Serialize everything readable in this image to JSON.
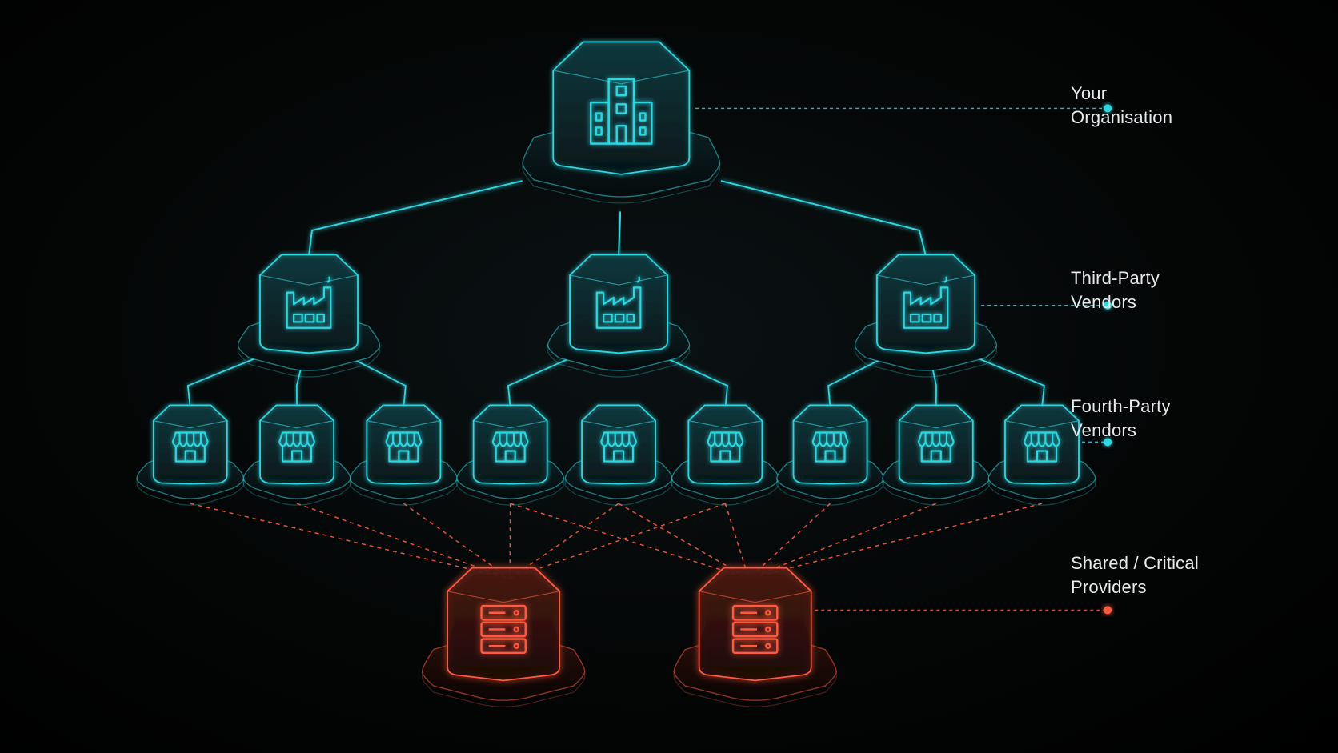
{
  "colors": {
    "accent_cyan": "#2fd6e0",
    "accent_red": "#ff5a40",
    "background": "#000000",
    "label_text": "#e6ecee"
  },
  "legend": [
    {
      "id": "organisation",
      "lines": [
        "Your",
        "Organisation"
      ],
      "color": "#2fd6e0"
    },
    {
      "id": "third-party",
      "lines": [
        "Third-Party",
        "Vendors"
      ],
      "color": "#2fd6e0"
    },
    {
      "id": "fourth-party",
      "lines": [
        "Fourth-Party",
        "Vendors"
      ],
      "color": "#2fd6e0"
    },
    {
      "id": "shared-critical",
      "lines": [
        "Shared / Critical",
        "Providers"
      ],
      "color": "#ff5a40"
    }
  ],
  "nodes": {
    "organisation": {
      "icon": "office-building-icon"
    },
    "third_party": [
      {
        "icon": "factory-icon"
      },
      {
        "icon": "factory-icon"
      },
      {
        "icon": "factory-icon"
      }
    ],
    "fourth_party": [
      {
        "icon": "storefront-icon",
        "parent": 0,
        "providers": [
          0
        ]
      },
      {
        "icon": "storefront-icon",
        "parent": 0,
        "providers": [
          0
        ]
      },
      {
        "icon": "storefront-icon",
        "parent": 0,
        "providers": [
          0
        ]
      },
      {
        "icon": "storefront-icon",
        "parent": 1,
        "providers": [
          0,
          1
        ]
      },
      {
        "icon": "storefront-icon",
        "parent": 1,
        "providers": [
          0,
          1
        ]
      },
      {
        "icon": "storefront-icon",
        "parent": 1,
        "providers": [
          0,
          1
        ]
      },
      {
        "icon": "storefront-icon",
        "parent": 2,
        "providers": [
          1
        ]
      },
      {
        "icon": "storefront-icon",
        "parent": 2,
        "providers": [
          1
        ]
      },
      {
        "icon": "storefront-icon",
        "parent": 2,
        "providers": [
          1
        ]
      }
    ],
    "shared_providers": [
      {
        "icon": "server-rack-icon"
      },
      {
        "icon": "server-rack-icon"
      }
    ]
  }
}
